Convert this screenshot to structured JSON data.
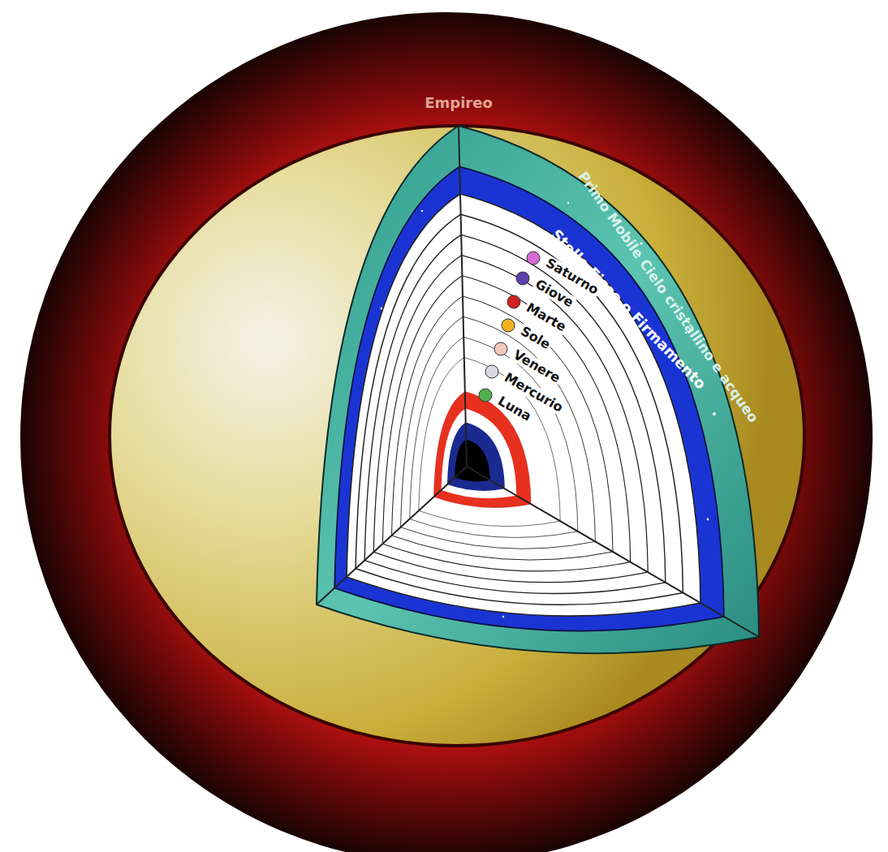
{
  "diagram": {
    "nodes": [
      {
        "text": [
          "Empireo"
        ]
      },
      {
        "text": [
          "Primo Mobile Cielo cristallino e acqueo"
        ],
        "in": 0
      },
      {
        "text": [
          "Stelle Fisse o Firmamento"
        ],
        "in": 1
      },
      {
        "text": [
          "Saturno"
        ],
        "in": 2
      },
      {
        "text": [
          "Giove"
        ],
        "in": 2
      },
      {
        "text": [
          "Marte"
        ],
        "in": 2
      },
      {
        "text": [
          "Sole"
        ],
        "in": 2
      },
      {
        "text": [
          "Venere"
        ],
        "in": 2
      },
      {
        "text": [
          "Mercurio"
        ],
        "in": 2
      },
      {
        "text": [
          "Luna"
        ],
        "in": 2
      }
    ]
  }
}
